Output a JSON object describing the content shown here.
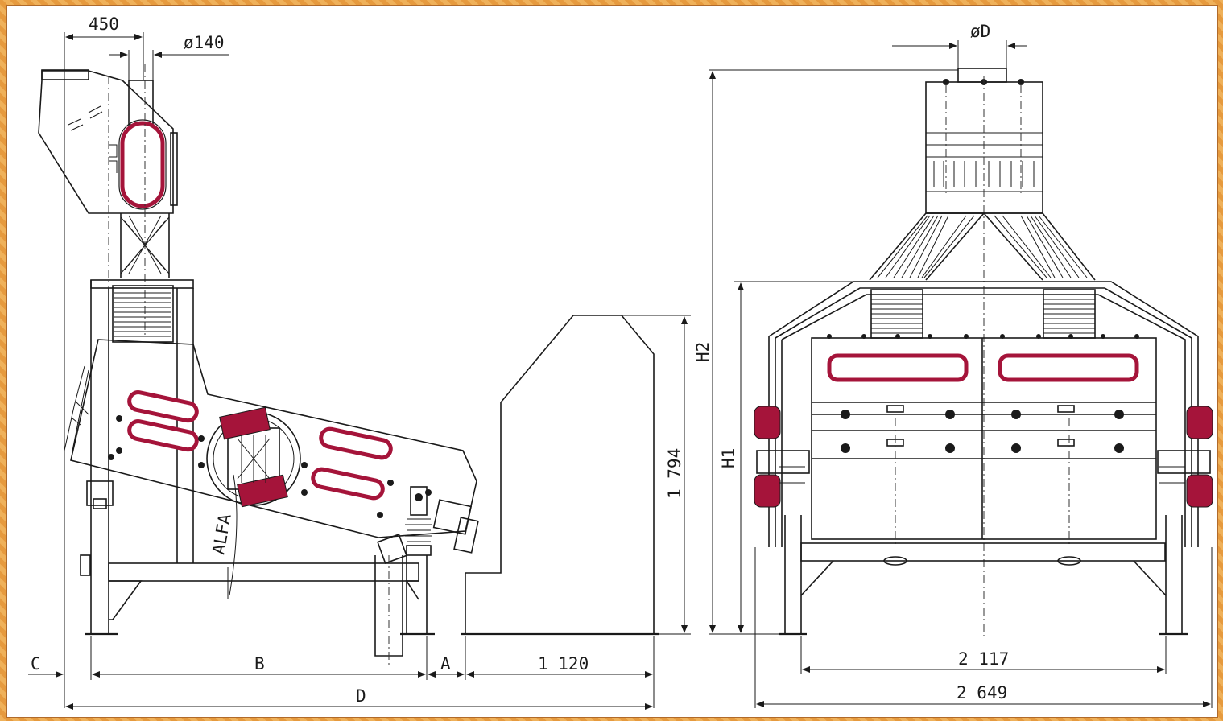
{
  "dimensions": {
    "top_width": "450",
    "top_diameter": "ø140",
    "right_diameter": "øD",
    "height_h2": "H2",
    "height_h1": "H1",
    "height_1794": "1 794",
    "angle": "ALFA",
    "bottom_c": "C",
    "bottom_b": "B",
    "bottom_a": "A",
    "bottom_1120": "1 120",
    "bottom_d": "D",
    "width_2117": "2 117",
    "width_2649": "2 649"
  },
  "colors": {
    "accent": "#a5143a",
    "frame": "#e8a24a"
  }
}
